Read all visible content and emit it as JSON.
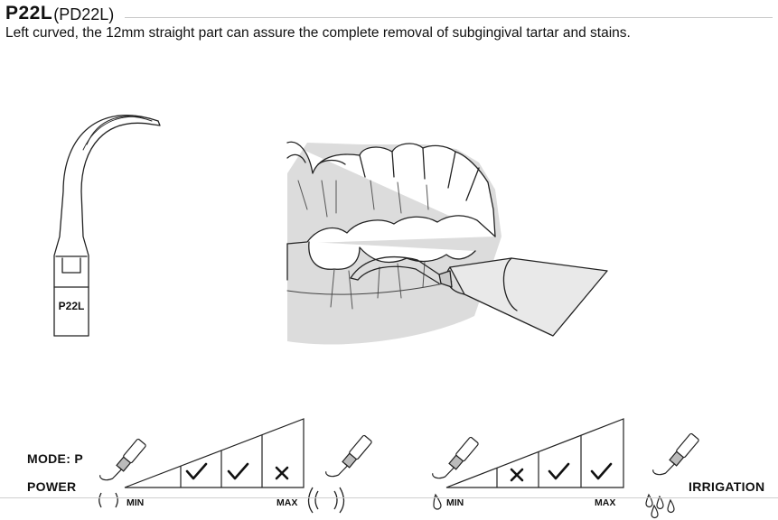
{
  "header": {
    "model": "P22L",
    "variant": "(PD22L)",
    "description": "Left curved, the 12mm straight part can assure the complete removal of subgingival tartar and stains."
  },
  "tip_label": "P22L",
  "settings": {
    "mode_label": "MODE: P",
    "power_label": "POWER",
    "irrigation_label": "IRRIGATION",
    "power_scale": {
      "min": "MIN",
      "max": "MAX",
      "levels": [
        "check",
        "check",
        "cross"
      ]
    },
    "irrigation_scale": {
      "min": "MIN",
      "max": "MAX",
      "levels": [
        "cross",
        "check",
        "check"
      ]
    }
  }
}
